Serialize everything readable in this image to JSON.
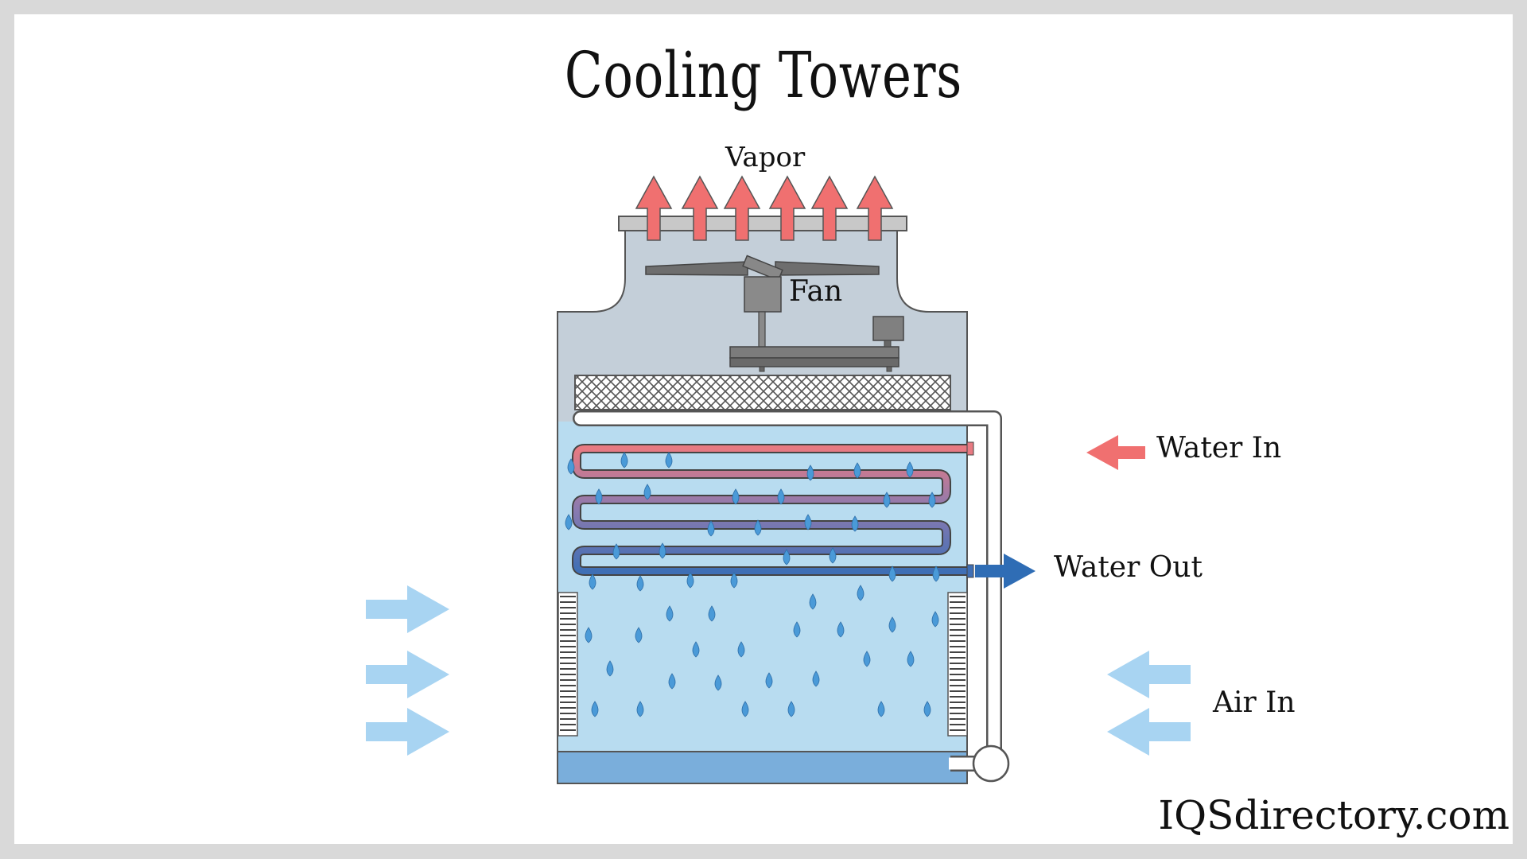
{
  "title": "Cooling Towers",
  "labels": {
    "vapor": "Vapor",
    "fan": "Fan",
    "water_in": "Water In",
    "water_out": "Water Out",
    "air_in": "Air In"
  },
  "brand": "IQSdirectory.com",
  "colors": {
    "vapor_arrow": "#f07070",
    "water_in_arrow": "#f07070",
    "water_out_arrow": "#2f6db5",
    "air_arrow": "#a8d4f2",
    "tower_upper": "#c4cfd9",
    "tower_lower": "#b8dcf0",
    "basin": "#7aaedb",
    "droplet": "#4a9ad8",
    "coil_hot": "#e87a82",
    "coil_mid": "#8a7ab0",
    "coil_cold": "#3f6fb5"
  }
}
